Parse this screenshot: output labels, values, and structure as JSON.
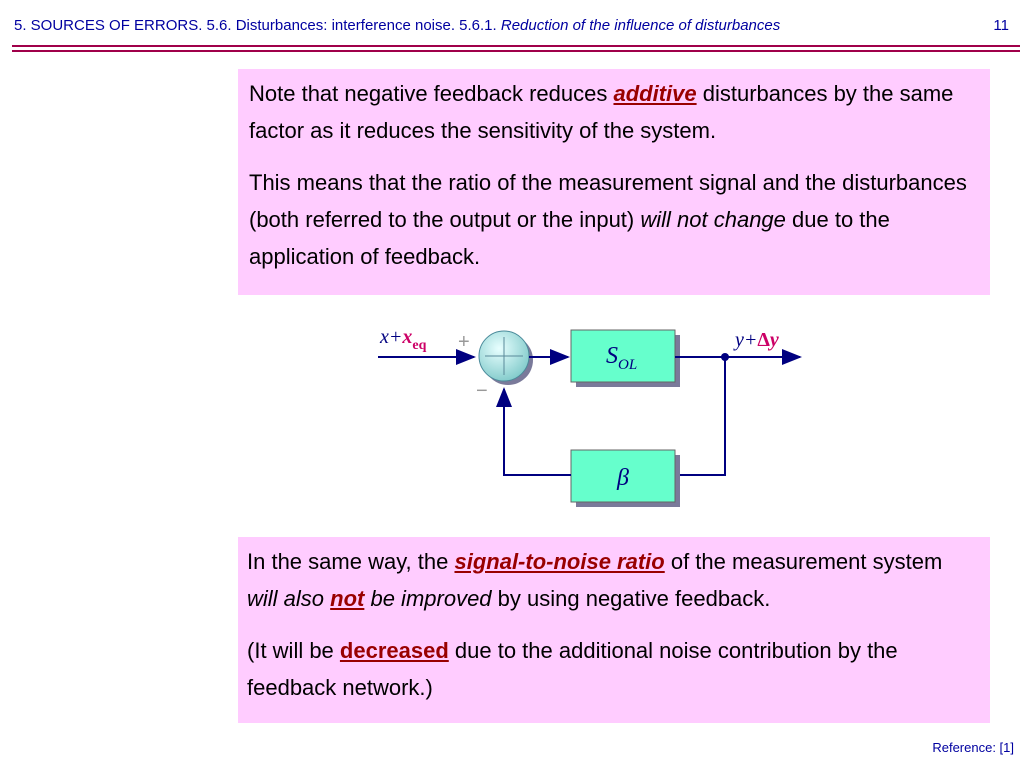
{
  "header": {
    "breadcrumb_plain": "5. SOURCES OF ERRORS. 5.6. Disturbances: interference noise. 5.6.1. ",
    "breadcrumb_italic": "Reduction of the influence of disturbances",
    "page_number": "11"
  },
  "box1": {
    "p1_a": "Note that negative feedback reduces ",
    "p1_emph": "additive",
    "p1_b": " disturbances by the same factor as it reduces the sensitivity of the system.",
    "p2_a": "This means that the ratio of the measurement signal and the disturbances (both referred to the output or the input) ",
    "p2_italic": "will not change",
    "p2_b": " due to the application of feedback."
  },
  "diagram": {
    "input_label": "x+",
    "input_noise": "x",
    "input_noise_sub": "eq",
    "output_label": "y+",
    "output_delta": "Δ",
    "output_y": "y",
    "plus_sign": "+",
    "minus_sign": "−",
    "forward_block": "S",
    "forward_sub": "OL",
    "feedback_block": "β",
    "colors": {
      "block_fill": "#66ffcc",
      "line": "#000080",
      "highlight": "#cc0066",
      "summer": "#9fd9d9"
    }
  },
  "box2": {
    "p1_a": "In the same way, the ",
    "p1_emph": "signal-to-noise ratio",
    "p1_b": " of the measurement system ",
    "p1_italic1": "will also",
    "p1_space": " ",
    "p1_not": "not",
    "p1_italic2": " be improved",
    "p1_c": " by using negative feedback.",
    "p2_a": "(It will be ",
    "p2_bold": "decreased",
    "p2_b": " due to the additional noise contribution by the feedback network.)"
  },
  "footer": {
    "reference": "Reference: [1]"
  }
}
